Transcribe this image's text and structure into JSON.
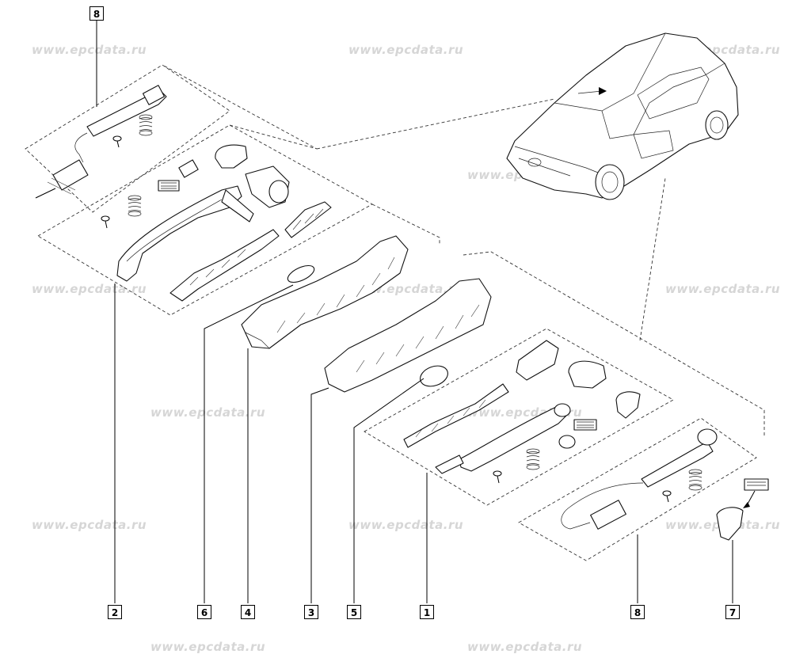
{
  "watermark_text": "www.epcdata.ru",
  "callouts": [
    "8",
    "2",
    "6",
    "4",
    "3",
    "5",
    "1",
    "8",
    "7"
  ]
}
